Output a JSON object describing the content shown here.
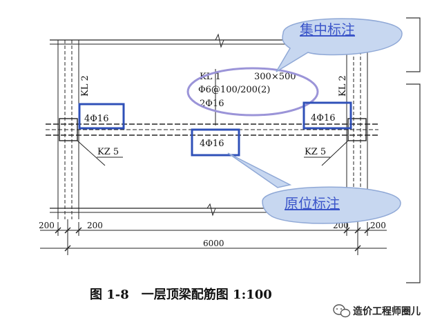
{
  "callouts": {
    "centralized": "集中标注",
    "in_situ": "原位标注"
  },
  "beam": {
    "name": "KL 1",
    "section": "300×500",
    "stirrups": "Φ6@100/200(2)",
    "top_bars": "2Φ16"
  },
  "in_situ_labels": {
    "left_support": "4Φ16",
    "right_support": "4Φ16",
    "bottom_mid": "4Φ16"
  },
  "side_beams": {
    "left": "KL 2",
    "right": "KL 2"
  },
  "columns": {
    "left": "KZ 5",
    "right": "KZ 5"
  },
  "dimensions": {
    "left_outer": "200",
    "left_inner": "200",
    "right_inner": "200",
    "right_outer": "200",
    "span": "6000"
  },
  "caption": "图 1-8　一层顶梁配筋图 1:100",
  "watermark": "造价工程师圈儿",
  "colors": {
    "callout_fill": "#c7d7f0",
    "callout_stroke": "#8fa8d6",
    "callout_text": "#3b55c9",
    "highlight_box": "#2f50b8",
    "oval_stroke": "#9b94d8",
    "bracket": "#333333"
  }
}
